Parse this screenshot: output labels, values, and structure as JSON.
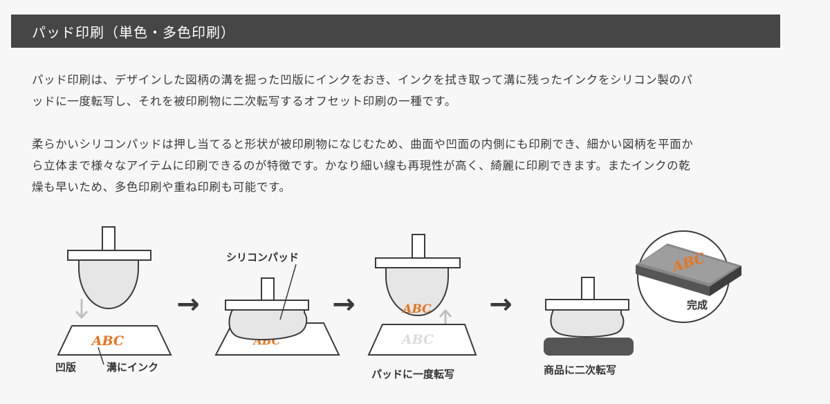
{
  "header": {
    "title": "パッド印刷（単色・多色印刷）"
  },
  "content": {
    "paragraph1_line1": "パッド印刷は、デザインした図柄の溝を掘った凹版にインクをおき、インクを拭き取って溝に残ったインクをシリコン製のパ",
    "paragraph1_line2": "ッドに一度転写し、それを被印刷物に二次転写するオフセット印刷の一種です。",
    "paragraph2_line1": "柔らかいシリコンパッドは押し当てると形状が被印刷物になじむため、曲面や凹面の内側にも印刷でき、細かい図柄を平面か",
    "paragraph2_line2": "ら立体まで様々なアイテムに印刷できるのが特徴です。かなり細い線も再現性が高く、綺麗に印刷できます。またインクの乾",
    "paragraph2_line3": "燥も早いため、多色印刷や重ね印刷も可能です。"
  },
  "diagram": {
    "labels": {
      "intaglio_plate": "凹版",
      "ink_in_groove": "溝にインク",
      "silicone_pad": "シリコンパッド",
      "first_transfer": "パッドに一度転写",
      "second_transfer": "商品に二次転写",
      "complete": "完成"
    },
    "print_text": "ABC",
    "arrow_glyph": "→",
    "colors": {
      "ink": "#e8741e",
      "pad_fill": "#e6e6e6",
      "product": "#555555",
      "line": "#3a3a3a",
      "header_bg": "#464646"
    }
  }
}
